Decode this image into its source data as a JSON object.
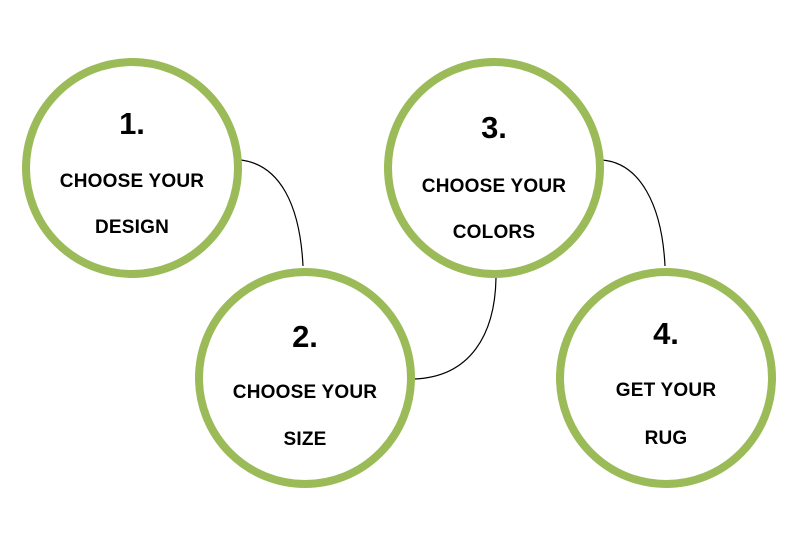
{
  "steps": [
    {
      "number": "1.",
      "line1": "CHOOSE YOUR",
      "line2": "DESIGN"
    },
    {
      "number": "2.",
      "line1": "CHOOSE YOUR",
      "line2": "SIZE"
    },
    {
      "number": "3.",
      "line1": "CHOOSE YOUR",
      "line2": "COLORS"
    },
    {
      "number": "4.",
      "line1": "GET YOUR",
      "line2": "RUG"
    }
  ],
  "colors": {
    "circle_border": "#9bbb59",
    "connector": "#000000",
    "text": "#000000"
  }
}
